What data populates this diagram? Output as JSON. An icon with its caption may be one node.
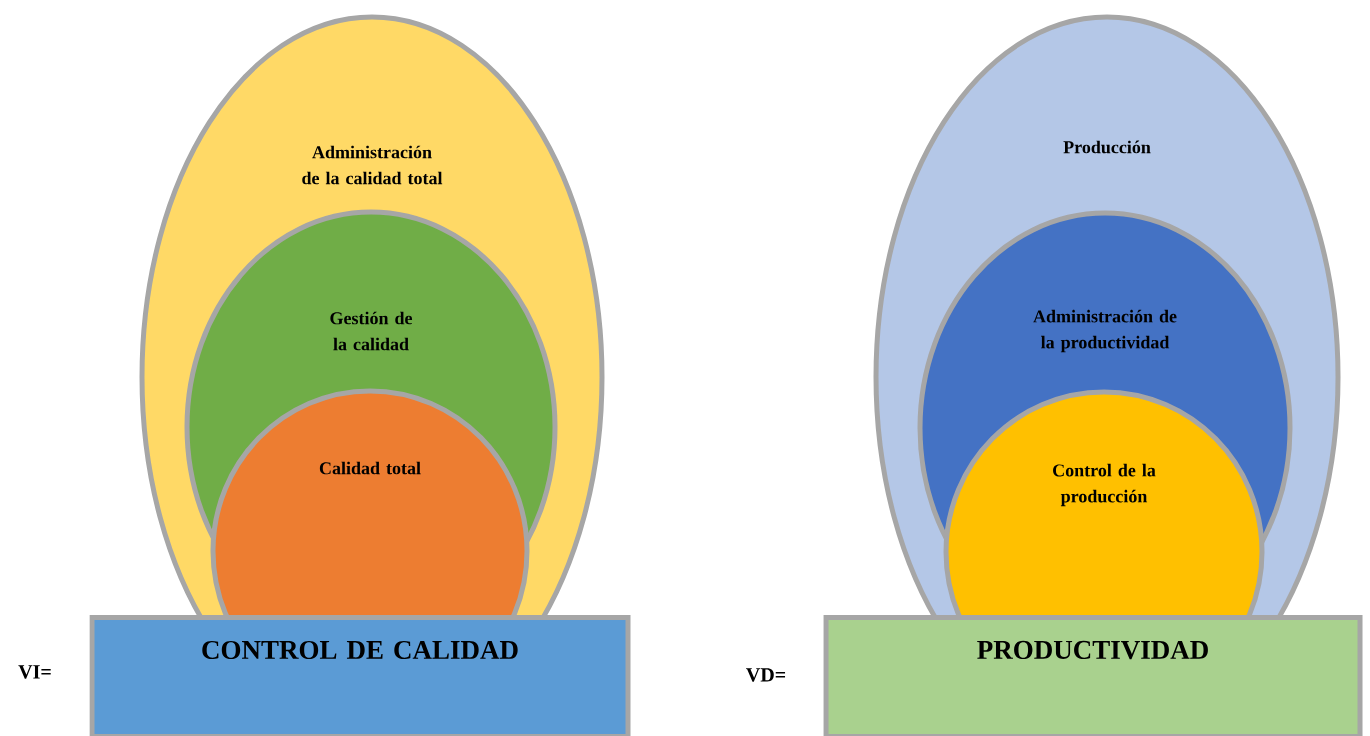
{
  "diagram": {
    "nodes": [
      {
        "text": [
          "Administración de la calidad total"
        ]
      },
      {
        "text": [
          "Gestión de la calidad"
        ],
        "in": 0
      },
      {
        "text": [
          "Calidad total"
        ],
        "in": 0
      },
      {
        "text": [
          "CONTROL DE CALIDAD"
        ]
      },
      {
        "text": [
          "Producción"
        ]
      },
      {
        "text": [
          "Administración de la productividad"
        ],
        "in": 4
      },
      {
        "text": [
          "Control de la producción"
        ],
        "in": 4
      },
      {
        "text": [
          "PRODUCTIVIDAD"
        ]
      }
    ],
    "labels": [
      "VI=",
      "VD="
    ]
  }
}
